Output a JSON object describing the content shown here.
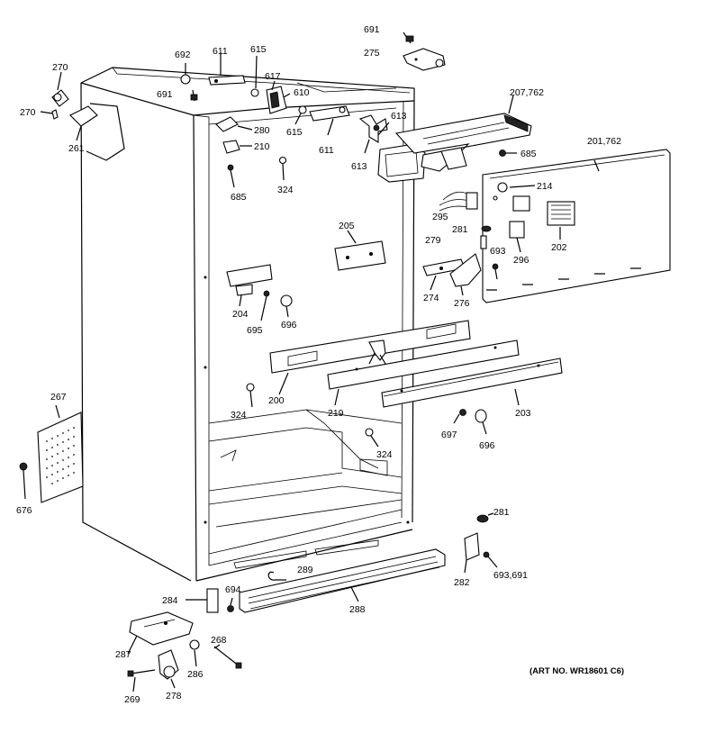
{
  "art_no": "(ART NO. WR18601 C6)",
  "labels": {
    "l691_top": "691",
    "l275": "275",
    "l692": "692",
    "l611_top": "611",
    "l615_top": "615",
    "l617": "617",
    "l610": "610",
    "l691_left": "691",
    "l270_top": "270",
    "l270_left": "270",
    "l261": "261",
    "l280": "280",
    "l210": "210",
    "l615_mid": "615",
    "l611_mid": "611",
    "l613_a": "613",
    "l613_b": "613",
    "l207": "207,762",
    "l685_right": "685",
    "l201": "201,762",
    "l685_left": "685",
    "l324_top": "324",
    "l214": "214",
    "l295": "295",
    "l281_mid": "281",
    "l279": "279",
    "l693": "693",
    "l296": "296",
    "l202": "202",
    "l205": "205",
    "l274": "274",
    "l276": "276",
    "l204": "204",
    "l695": "695",
    "l696_left": "696",
    "l200": "200",
    "l324_mid": "324",
    "l219": "219",
    "l203": "203",
    "l697": "697",
    "l696_right": "696",
    "l267": "267",
    "l324_low": "324",
    "l676": "676",
    "l281_low": "281",
    "l282": "282",
    "l693_691": "693,691",
    "l289": "289",
    "l284": "284",
    "l694": "694",
    "l288": "288",
    "l287": "287",
    "l268": "268",
    "l286": "286",
    "l269": "269",
    "l278": "278"
  }
}
